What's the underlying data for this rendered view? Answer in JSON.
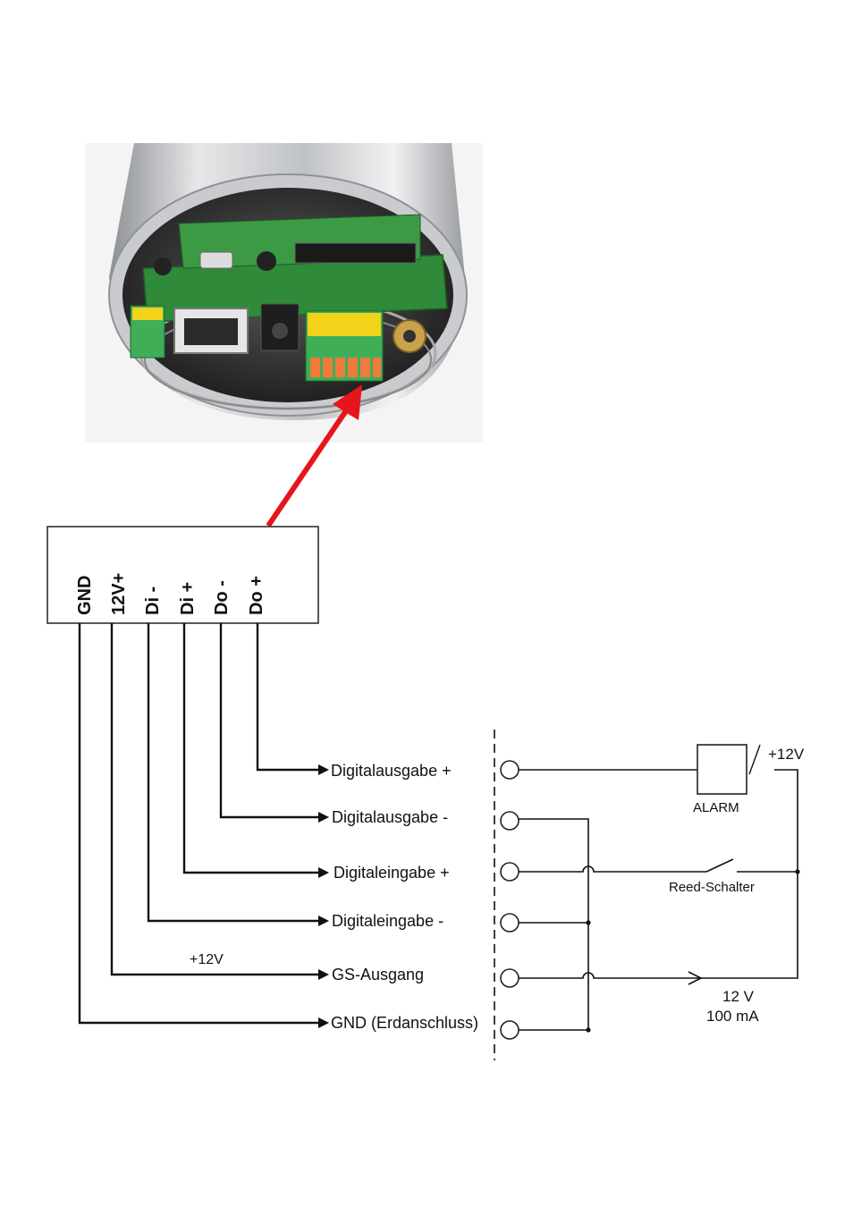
{
  "connector": {
    "pins": [
      "GND",
      "12V+",
      "Di -",
      "Di +",
      "Do -",
      "Do +"
    ]
  },
  "signals": [
    "Digitalausgabe +",
    "Digitalausgabe -",
    "Digitaleingabe +",
    "Digitaleingabe -",
    "GS-Ausgang",
    "GND (Erdanschluss)"
  ],
  "supply_note": "+12V",
  "alarm": {
    "label": "ALARM",
    "supply": "+12V"
  },
  "reed_switch": {
    "label": "Reed-Schalter"
  },
  "source": {
    "voltage": "12 V",
    "current": "100 mA"
  },
  "colors": {
    "arrow": "#e8141c",
    "wire": "#111111",
    "terminal_green": "#3fae57",
    "terminal_orange": "#f07a3c",
    "terminal_yellow": "#f3d21a"
  }
}
